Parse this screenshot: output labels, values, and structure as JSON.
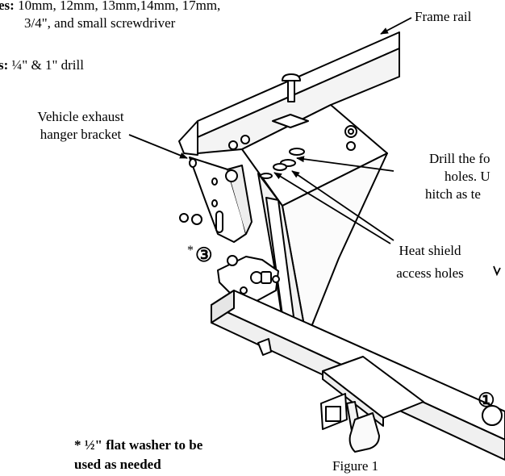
{
  "labels": {
    "wrenches_line1_bold": "es:",
    "wrenches_line1_rest": " 10mm, 12mm, 13mm,14mm, 17mm,",
    "wrenches_line2": "3/4\", and small screwdriver",
    "drills_bold": "s:",
    "drills_rest": " ¼\" & 1\" drill",
    "frame_rail": "Frame rail",
    "exhaust_line1": "Vehicle exhaust",
    "exhaust_line2": "hanger bracket",
    "drill_line1": "Drill the fo",
    "drill_line2": "holes.  U",
    "drill_line3": "hitch as te",
    "heat_line1": "Heat shield",
    "heat_line2": "access holes",
    "step_3": "③",
    "asterisk": "*",
    "step_1": "①",
    "washer_line1": "* ½\" flat washer to be",
    "washer_line2": "used as needed",
    "figure_caption": "Figure 1"
  }
}
